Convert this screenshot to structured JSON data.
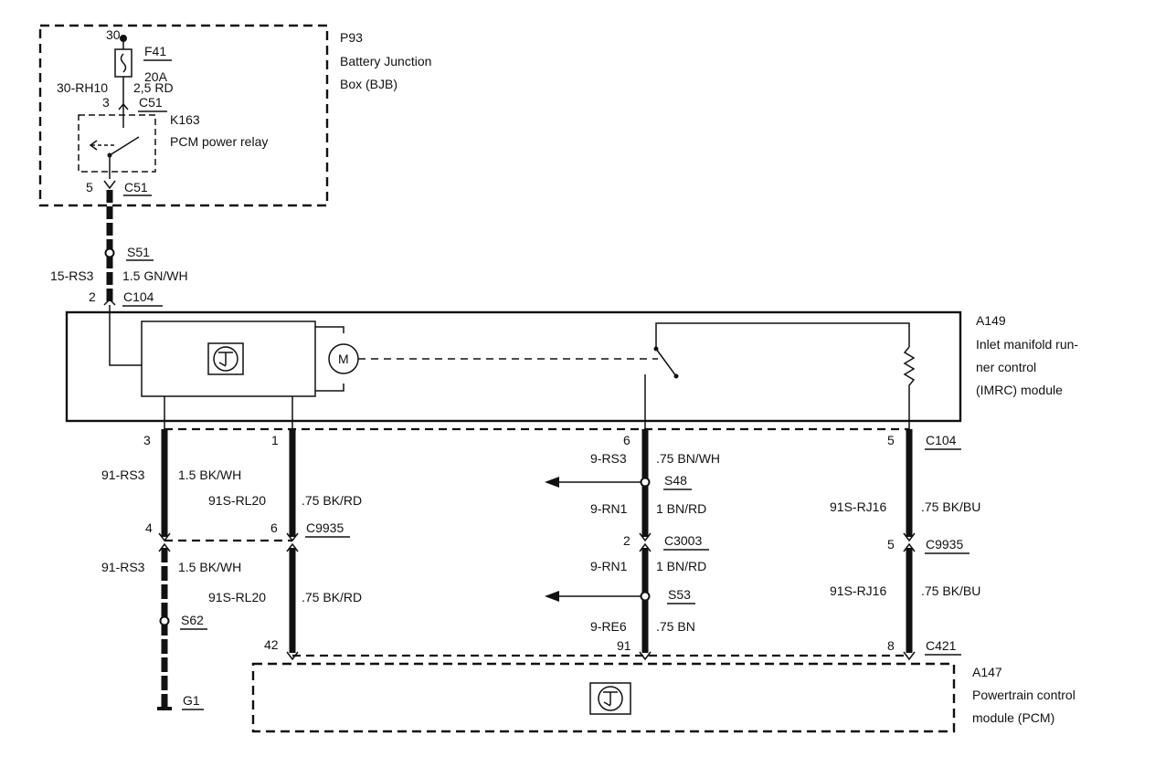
{
  "bjb": {
    "code": "P93",
    "name_line1": "Battery Junction",
    "name_line2": "Box (BJB)",
    "pin_30": "30",
    "fuse_code": "F41",
    "fuse_rating": "20A",
    "circuit_left": "30-RH10",
    "circuit_right": "2,5 RD",
    "pin_3": "3",
    "conn_top": "C51",
    "relay_code": "K163",
    "relay_name": "PCM power relay",
    "pin_5": "5",
    "conn_bottom": "C51"
  },
  "upper_wire": {
    "splice": "S51",
    "circuit": "15-RS3",
    "size_color": "1.5 GN/WH",
    "pin": "2",
    "connector": "C104"
  },
  "imrc": {
    "code": "A149",
    "line1": "Inlet manifold run-",
    "line2": "ner control",
    "line3": "(IMRC) module",
    "motor_label": "M"
  },
  "wire1": {
    "pin_top": "3",
    "circuit_a": "91-RS3",
    "size_a": "1.5 BK/WH",
    "pin_mid": "4",
    "circuit_b": "91-RS3",
    "size_b": "1.5 BK/WH",
    "splice": "S62",
    "ground": "G1"
  },
  "wire2": {
    "pin_top": "1",
    "circuit_a": "91S-RL20",
    "size_a": ".75 BK/RD",
    "pin_mid": "6",
    "connector_mid": "C9935",
    "circuit_b": "91S-RL20",
    "size_b": ".75 BK/RD",
    "pin_bottom": "42"
  },
  "wire3": {
    "pin_top": "6",
    "circuit_a": "9-RS3",
    "size_a": ".75 BN/WH",
    "splice_a": "S48",
    "circuit_b": "9-RN1",
    "size_b": "1 BN/RD",
    "pin_mid": "2",
    "connector_mid": "C3003",
    "circuit_c": "9-RN1",
    "size_c": "1 BN/RD",
    "splice_b": "S53",
    "circuit_d": "9-RE6",
    "size_d": ".75 BN",
    "pin_bottom": "91"
  },
  "wire4": {
    "pin_top": "5",
    "connector_top": "C104",
    "circuit_a": "91S-RJ16",
    "size_a": ".75 BK/BU",
    "pin_mid": "5",
    "connector_mid": "C9935",
    "circuit_b": "91S-RJ16",
    "size_b": ".75 BK/BU",
    "pin_bottom": "8",
    "connector_bottom": "C421"
  },
  "pcm": {
    "code": "A147",
    "line1": "Powertrain control",
    "line2": "module (PCM)"
  }
}
